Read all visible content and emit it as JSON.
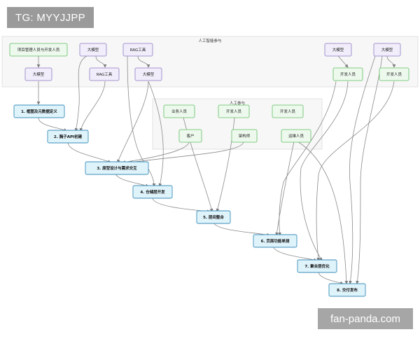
{
  "watermarks": {
    "top_left": "TG: MYYJJPP",
    "bottom_right": "fan-panda.com"
  },
  "groups": {
    "ai": "人工智能参与",
    "human": "人工参与"
  },
  "nodes": {
    "pm": "项目管理人员与开发人员",
    "llm_a": "大模型",
    "llm_b": "大模型",
    "rag_b": "RAG工具",
    "rag_c": "RAG工具",
    "llm_c": "大模型",
    "llm_d": "大模型",
    "dev_d": "开发人员",
    "llm_e": "大模型",
    "dev_e": "开发人员",
    "biz": "业务人员",
    "client": "客户",
    "dev_h": "开发人员",
    "arch": "架构师",
    "dev_i": "开发人员",
    "ops": "运维人员",
    "s1": "1. 框图及元数据定义",
    "s2": "2. 胸子API创建",
    "s3": "3. 原型设计与需求交互",
    "s4": "4. 仓储层开发",
    "s5": "5. 层间整合",
    "s6": "6. 页面功能单测",
    "s7": "7. 聚合层优化",
    "s8": "8. 交付发布"
  },
  "colors": {
    "ai_green": "#5fbf62",
    "ai_green_fill": "#eef9ee",
    "ai_purple": "#8e7cc3",
    "ai_purple_fill": "#f1edfa",
    "step_stroke": "#3b8eb8",
    "step_fill": "#dff3fb",
    "edge": "#7a7a7a",
    "group_fill": "#f7f7f7",
    "group_stroke": "#d8d8d8"
  }
}
